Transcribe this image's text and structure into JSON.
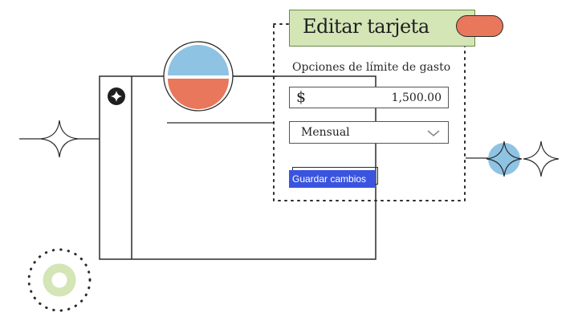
{
  "card": {
    "title": "Editar tarjeta",
    "spend_limit_label": "Opciones de límite de gasto",
    "currency_symbol": "$",
    "amount_value": "1,500.00",
    "period_selected": "Mensual",
    "save_label": "Guardar cambios"
  },
  "colors": {
    "title_bar": "#d4e5b6",
    "accent_orange": "#e8775b",
    "accent_blue": "#8fc3e3",
    "button_blue": "#3a54e0",
    "ring_green": "#d4e5b6"
  },
  "icons": [
    "sparkle-icon",
    "chevron-down-icon",
    "split-circle-icon",
    "dotted-ring-icon"
  ]
}
